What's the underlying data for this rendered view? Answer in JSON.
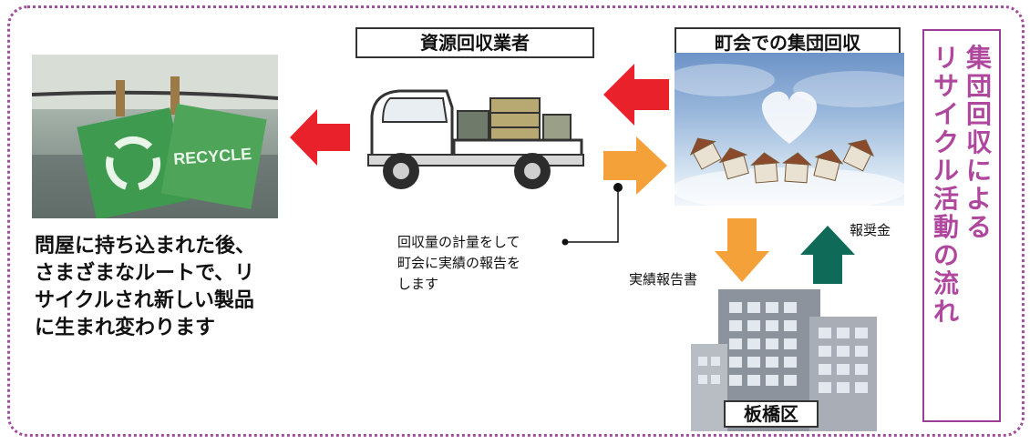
{
  "labels": {
    "dealer": "資源回収業者",
    "neighborhood": "町会での集団回収",
    "ward": "板橋区"
  },
  "text": {
    "wholesaler_lines": [
      "問屋に持ち込まれた後、",
      "さまざまなルートで、リ",
      "サイクルされ新しい製品",
      "に生まれ変わります"
    ],
    "measure_lines": [
      "回収量の計量をして",
      "町会に実績の報告を",
      "します"
    ],
    "report": "実績報告書",
    "reward": "報奨金"
  },
  "side_title": {
    "line1": "集団回収による",
    "line2": "リサイクル活動の流れ"
  },
  "photo_text": {
    "recycle_tag": "RECYCLE"
  },
  "colors": {
    "frame": "#a0509e",
    "red_arrow": "#e8212a",
    "orange_arrow": "#f5a13a",
    "green_arrow": "#0f6a57",
    "title_text": "#b0479e"
  }
}
